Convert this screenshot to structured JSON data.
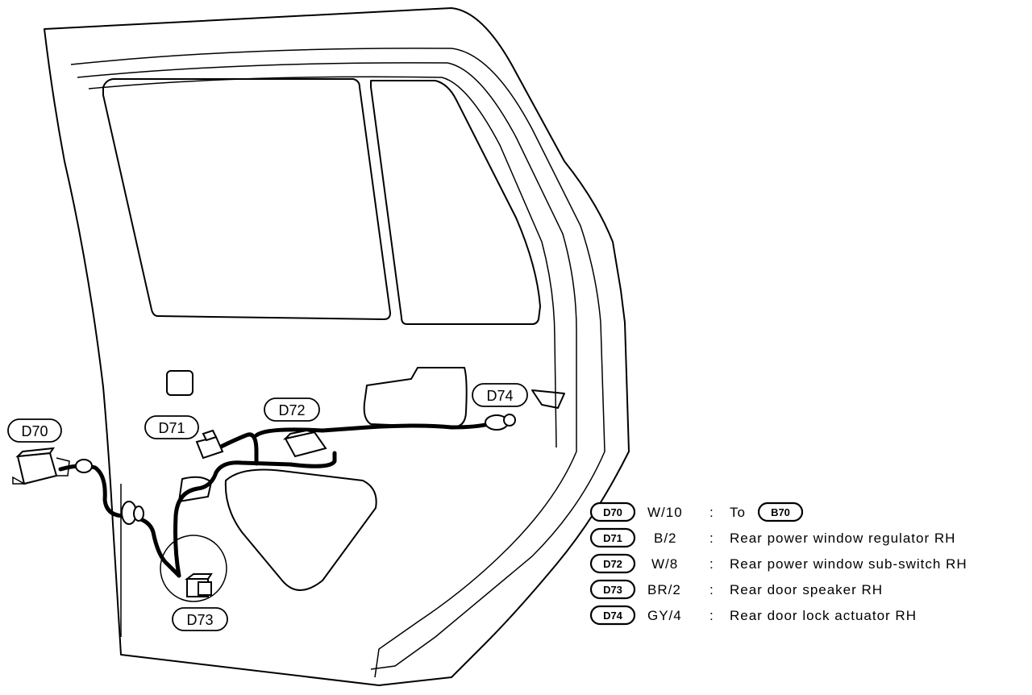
{
  "callouts": {
    "d70": "D70",
    "d71": "D71",
    "d72": "D72",
    "d73": "D73",
    "d74": "D74"
  },
  "legend": [
    {
      "code": "D70",
      "wire": "W/10",
      "sep": ":",
      "desc": "To",
      "ref": "B70"
    },
    {
      "code": "D71",
      "wire": "B/2",
      "sep": ":",
      "desc": "Rear power window regulator RH"
    },
    {
      "code": "D72",
      "wire": "W/8",
      "sep": ":",
      "desc": "Rear power window sub-switch RH"
    },
    {
      "code": "D73",
      "wire": "BR/2",
      "sep": ":",
      "desc": "Rear door speaker RH"
    },
    {
      "code": "D74",
      "wire": "GY/4",
      "sep": ":",
      "desc": "Rear door lock actuator RH"
    }
  ]
}
